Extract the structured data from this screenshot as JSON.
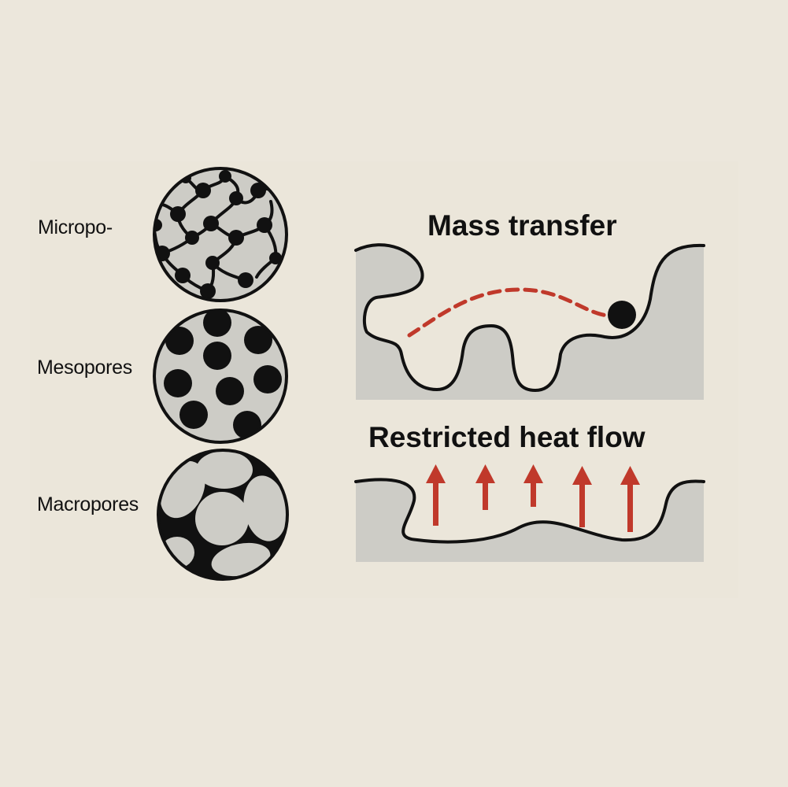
{
  "labels": {
    "micropores": "Micropo-",
    "mesopores": "Mesopores",
    "macropores": "Macropores"
  },
  "titles": {
    "mass_transfer": "Mass transfer",
    "heat_flow": "Restricted heat flow"
  },
  "colors": {
    "background": "#ece7dc",
    "solid_fill": "#cdccc6",
    "outline": "#111111",
    "accent_red": "#c0392b"
  },
  "icons": {
    "heat_arrows": "arrow-up-icon"
  }
}
